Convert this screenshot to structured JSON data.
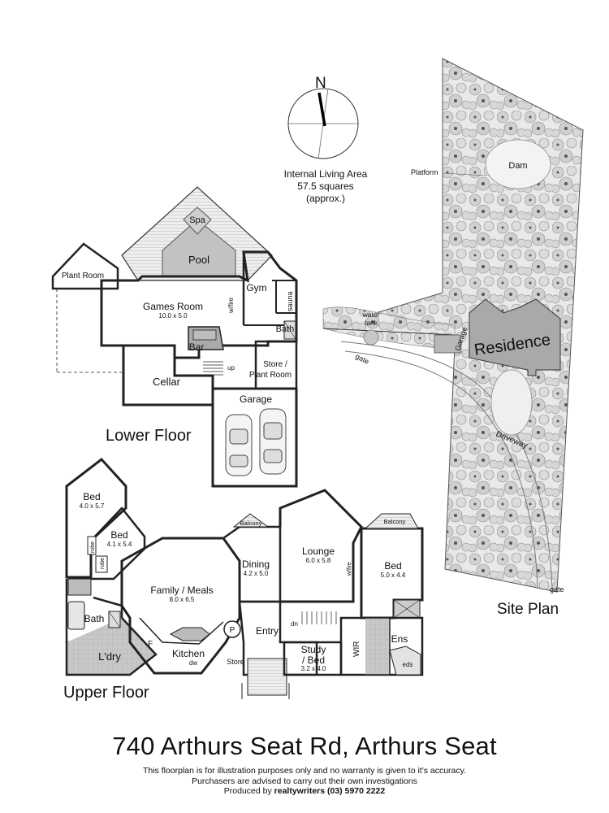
{
  "compass": {
    "north": "N"
  },
  "living_area": {
    "line1": "Internal Living Area",
    "line2": "57.5 squares",
    "line3": "(approx.)"
  },
  "lower_floor": {
    "caption": "Lower Floor",
    "rooms": {
      "spa": "Spa",
      "pool": "Pool",
      "plant_room_top": "Plant Room",
      "games_room": "Games Room",
      "games_room_dims": "10.0 x 5.0",
      "w_fire": "w/fire",
      "gym": "Gym",
      "sauna": "sauna",
      "bath": "Bath",
      "bar": "Bar",
      "up": "up",
      "store_plant_1": "Store /",
      "store_plant_2": "Plant Room",
      "cellar": "Cellar",
      "garage": "Garage"
    }
  },
  "upper_floor": {
    "caption": "Upper Floor",
    "rooms": {
      "bed1": "Bed",
      "bed1_dims": "4.0 x 5.7",
      "bed2": "Bed",
      "bed2_dims": "4.1 x 5.4",
      "robe1": "robe",
      "robe2": "robe",
      "family_meals": "Family / Meals",
      "family_dims": "8.0 x 6.5",
      "bath": "Bath",
      "laundry": "L'dry",
      "kitchen": "Kitchen",
      "dw": "dw",
      "pantry": "P",
      "store": "Store",
      "f": "F",
      "balcony1": "Balcony",
      "dining": "Dining",
      "dining_dims": "4.2 x 5.0",
      "lounge": "Lounge",
      "lounge_dims": "6.0 x 5.8",
      "w_fire": "w/fire",
      "entry": "Entry",
      "dn": "dn",
      "study1": "Study",
      "study2": "/ Bed",
      "study_dims": "3.2 x 4.0",
      "balcony2": "Balcony",
      "bed3": "Bed",
      "bed3_dims": "5.0 x 4.4",
      "wir": "WIR",
      "ens": "Ens",
      "eds": "eds"
    }
  },
  "site_plan": {
    "caption": "Site Plan",
    "labels": {
      "dam": "Dam",
      "platform": "Platform",
      "water_tank_1": "water",
      "water_tank_2": "tank",
      "garage": "Garage",
      "residence": "Residence",
      "gate1": "gate",
      "driveway": "Driveway",
      "gate2": "gate"
    }
  },
  "footer": {
    "address": "740 Arthurs Seat Rd, Arthurs Seat",
    "disclaimer1": "This floorplan is for illustration purposes only and no warranty is given to it's accuracy.",
    "disclaimer2": "Purchasers are advised to carry out their own investigations",
    "produced_prefix": "Produced by ",
    "producer": "realtywriters (03) 5970 2222"
  }
}
